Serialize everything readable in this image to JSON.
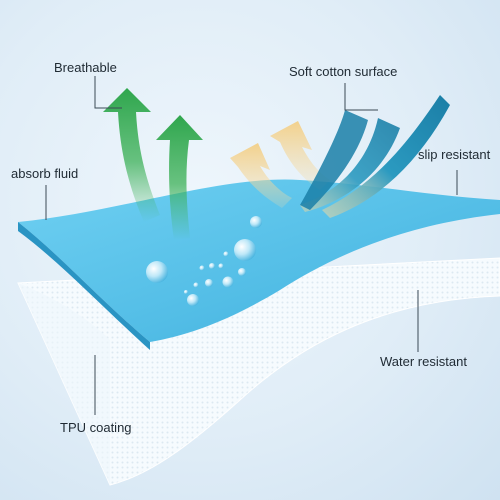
{
  "labels": {
    "breathable": "Breathable",
    "soft_cotton_surface": "Soft cotton surface",
    "absorb_fluid": "absorb fluid",
    "slip_resistant": "slip resistant",
    "water_resistant": "Water resistant",
    "tpu_coating": "TPU coating"
  },
  "colors": {
    "top_layer": "#5cc3ea",
    "bottom_layer": "#f4fafd",
    "breathable_arrows": "#3bb056",
    "cotton_arrows": "#f3d598",
    "slip_swoosh": "#1f8fb3",
    "leader_lines": "#3b4a55"
  }
}
